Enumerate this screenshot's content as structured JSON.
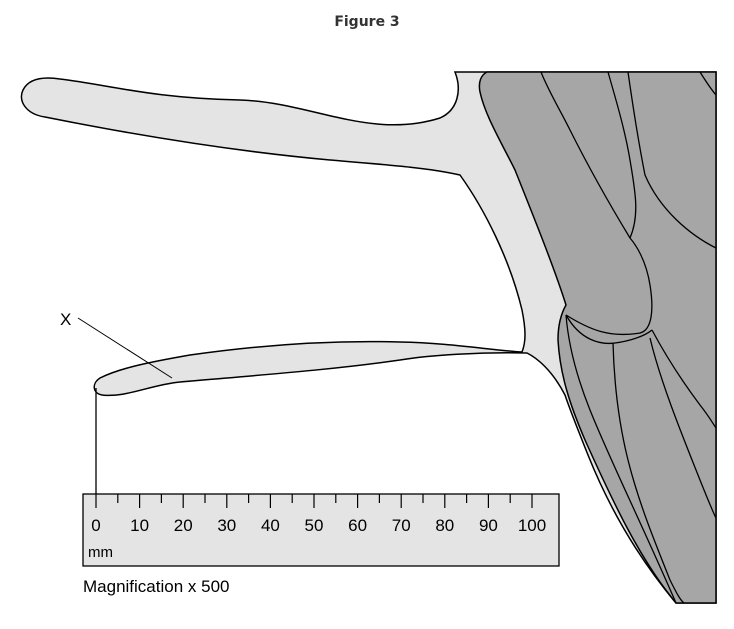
{
  "figure": {
    "title": "Figure 3",
    "label_x": "X",
    "magnification": "Magnification x 500"
  },
  "ruler": {
    "unit": "mm",
    "ticks": [
      "0",
      "10",
      "20",
      "30",
      "40",
      "50",
      "60",
      "70",
      "80",
      "90",
      "100"
    ]
  },
  "colors": {
    "cytoplasm_fill": "#e4e4e4",
    "tissue_fill": "#a6a6a6",
    "ruler_fill": "#e4e4e4",
    "outline": "#000000"
  }
}
